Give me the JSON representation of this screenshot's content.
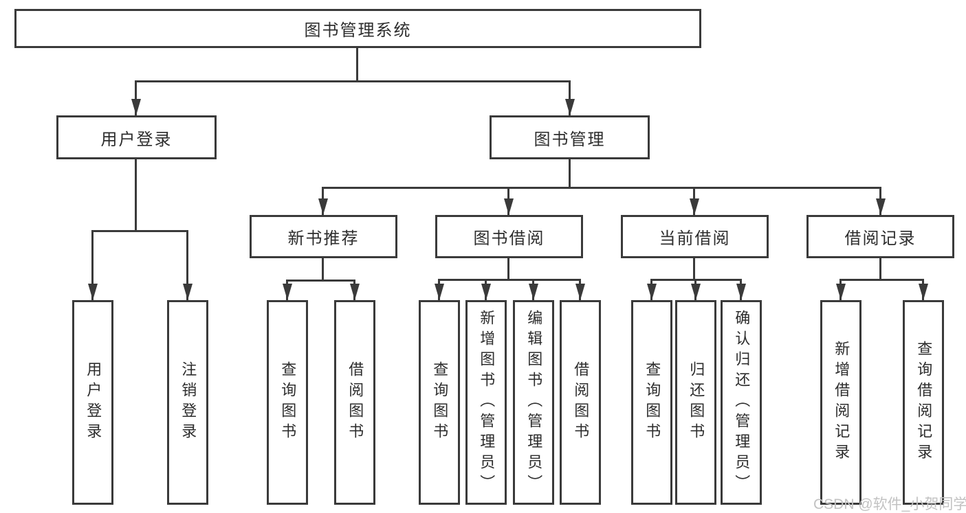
{
  "diagram_title": "图书管理系统",
  "colors": {
    "line": "#3a3a3a",
    "text": "#2d2d2d",
    "background": "#ffffff",
    "watermark": "#c2c2c2"
  },
  "root": {
    "label": "图书管理系统"
  },
  "level2": {
    "user_login": {
      "label": "用户登录"
    },
    "book_mgmt": {
      "label": "图书管理"
    }
  },
  "level3": {
    "new_book_rec": {
      "label": "新书推荐"
    },
    "book_borrow": {
      "label": "图书借阅"
    },
    "current_borrow": {
      "label": "当前借阅"
    },
    "borrow_record": {
      "label": "借阅记录"
    }
  },
  "leaves": {
    "user_login_action": {
      "label": "用户登录"
    },
    "logout": {
      "label": "注销登录"
    },
    "nbr_query_book": {
      "label": "查询图书"
    },
    "nbr_borrow_book": {
      "label": "借阅图书"
    },
    "bb_query_book": {
      "label": "查询图书"
    },
    "bb_add_book": {
      "label": "新增图书（管理员）"
    },
    "bb_edit_book": {
      "label": "编辑图书（管理员）"
    },
    "bb_borrow_book": {
      "label": "借阅图书"
    },
    "cb_query_book": {
      "label": "查询图书"
    },
    "cb_return_book": {
      "label": "归还图书"
    },
    "cb_confirm_return": {
      "label": "确认归还（管理员）"
    },
    "br_add_record": {
      "label": "新增借阅记录"
    },
    "br_query_record": {
      "label": "查询借阅记录"
    }
  },
  "watermark": {
    "text": "CSDN @软件_小贺同学"
  }
}
